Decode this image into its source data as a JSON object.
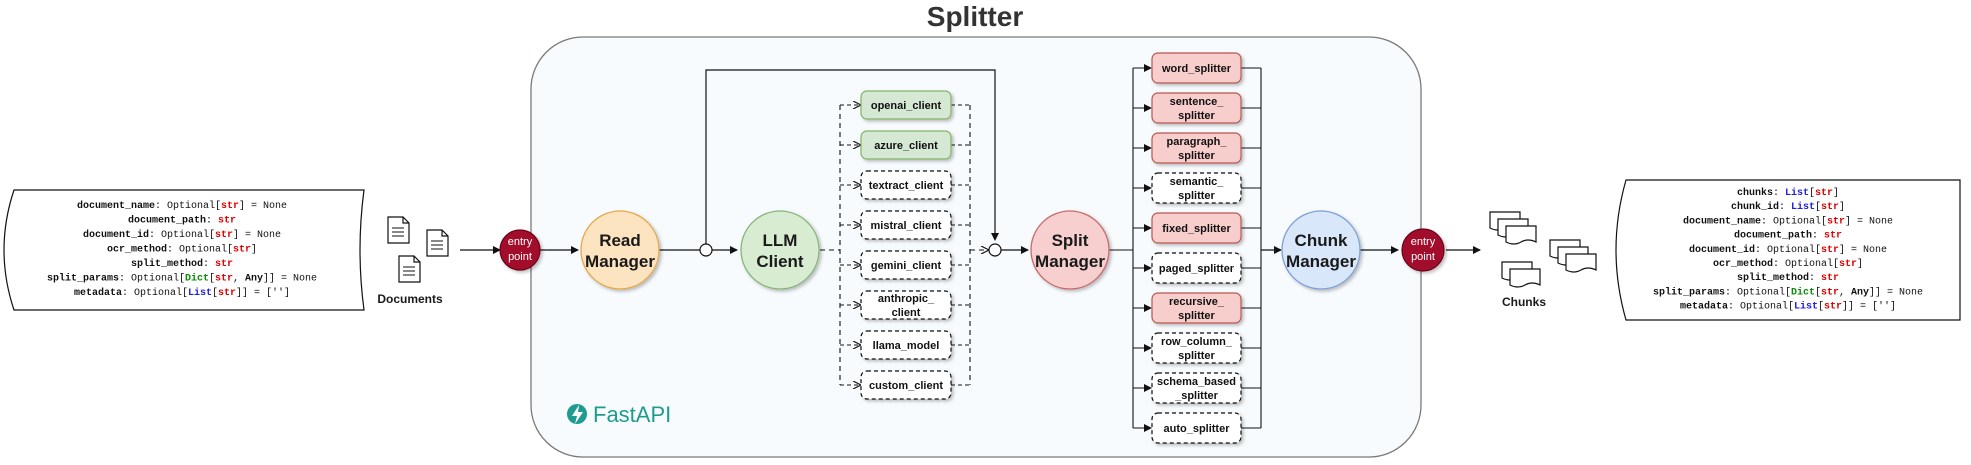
{
  "title": "Splitter",
  "brand": {
    "label": "FastAPI",
    "color": "#1f9c8f",
    "icon": "fastapi-bolt-icon"
  },
  "input_panel": {
    "caption": "Documents",
    "fields": [
      [
        {
          "t": "document_name",
          "c": "k"
        },
        {
          "t": ": Optional[",
          "c": ""
        },
        {
          "t": "str",
          "c": "red"
        },
        {
          "t": "] = None",
          "c": ""
        }
      ],
      [
        {
          "t": "document_path",
          "c": "k"
        },
        {
          "t": ": ",
          "c": ""
        },
        {
          "t": "str",
          "c": "red"
        }
      ],
      [
        {
          "t": "document_id",
          "c": "k"
        },
        {
          "t": ": Optional[",
          "c": ""
        },
        {
          "t": "str",
          "c": "red"
        },
        {
          "t": "] = None",
          "c": ""
        }
      ],
      [
        {
          "t": "ocr_method",
          "c": "k"
        },
        {
          "t": ": Optional[",
          "c": ""
        },
        {
          "t": "str",
          "c": "red"
        },
        {
          "t": "]",
          "c": ""
        }
      ],
      [
        {
          "t": "split_method",
          "c": "k"
        },
        {
          "t": ": ",
          "c": ""
        },
        {
          "t": "str",
          "c": "red"
        }
      ],
      [
        {
          "t": "split_params",
          "c": "k"
        },
        {
          "t": ": Optional[",
          "c": ""
        },
        {
          "t": "Dict",
          "c": "green"
        },
        {
          "t": "[",
          "c": ""
        },
        {
          "t": "str",
          "c": "red"
        },
        {
          "t": ", ",
          "c": ""
        },
        {
          "t": "Any",
          "c": "k"
        },
        {
          "t": "]] = None",
          "c": ""
        }
      ],
      [
        {
          "t": "metadata",
          "c": "k"
        },
        {
          "t": ": Optional[",
          "c": ""
        },
        {
          "t": "List",
          "c": "blue"
        },
        {
          "t": "[",
          "c": ""
        },
        {
          "t": "str",
          "c": "red"
        },
        {
          "t": "]] = ['']",
          "c": ""
        }
      ]
    ]
  },
  "output_panel": {
    "caption": "Chunks",
    "fields": [
      [
        {
          "t": "chunks",
          "c": "k"
        },
        {
          "t": ": ",
          "c": ""
        },
        {
          "t": "List",
          "c": "blue"
        },
        {
          "t": "[",
          "c": ""
        },
        {
          "t": "str",
          "c": "red"
        },
        {
          "t": "]",
          "c": ""
        }
      ],
      [
        {
          "t": "chunk_id",
          "c": "k"
        },
        {
          "t": ": ",
          "c": ""
        },
        {
          "t": "List",
          "c": "blue"
        },
        {
          "t": "[",
          "c": ""
        },
        {
          "t": "str",
          "c": "red"
        },
        {
          "t": "]",
          "c": ""
        }
      ],
      [
        {
          "t": "document_name",
          "c": "k"
        },
        {
          "t": ": Optional[",
          "c": ""
        },
        {
          "t": "str",
          "c": "red"
        },
        {
          "t": "] = None",
          "c": ""
        }
      ],
      [
        {
          "t": "document_path",
          "c": "k"
        },
        {
          "t": ": ",
          "c": ""
        },
        {
          "t": "str",
          "c": "red"
        }
      ],
      [
        {
          "t": "document_id",
          "c": "k"
        },
        {
          "t": ": Optional[",
          "c": ""
        },
        {
          "t": "str",
          "c": "red"
        },
        {
          "t": "] = None",
          "c": ""
        }
      ],
      [
        {
          "t": "ocr_method",
          "c": "k"
        },
        {
          "t": ": Optional[",
          "c": ""
        },
        {
          "t": "str",
          "c": "red"
        },
        {
          "t": "]",
          "c": ""
        }
      ],
      [
        {
          "t": "split_method",
          "c": "k"
        },
        {
          "t": ": ",
          "c": ""
        },
        {
          "t": "str",
          "c": "red"
        }
      ],
      [
        {
          "t": "split_params",
          "c": "k"
        },
        {
          "t": ": Optional[",
          "c": ""
        },
        {
          "t": "Dict",
          "c": "green"
        },
        {
          "t": "[",
          "c": ""
        },
        {
          "t": "str",
          "c": "red"
        },
        {
          "t": ", ",
          "c": ""
        },
        {
          "t": "Any",
          "c": "k"
        },
        {
          "t": "]] = None",
          "c": ""
        }
      ],
      [
        {
          "t": "metadata",
          "c": "k"
        },
        {
          "t": ": Optional[",
          "c": ""
        },
        {
          "t": "List",
          "c": "blue"
        },
        {
          "t": "[",
          "c": ""
        },
        {
          "t": "str",
          "c": "red"
        },
        {
          "t": "]] = ['']",
          "c": ""
        }
      ]
    ]
  },
  "entry_points": {
    "label_line1": "entry",
    "label_line2": "point",
    "color": "#a10d2c"
  },
  "managers": {
    "read": {
      "line1": "Read",
      "line2": "Manager",
      "fill": "#fde4c0",
      "stroke": "#e5a84b"
    },
    "llm": {
      "line1": "LLM",
      "line2": "Client",
      "fill": "#d8ecd2",
      "stroke": "#86b57a"
    },
    "split": {
      "line1": "Split",
      "line2": "Manager",
      "fill": "#f8cfcf",
      "stroke": "#c86a6a"
    },
    "chunk": {
      "line1": "Chunk",
      "line2": "Manager",
      "fill": "#d9e7fb",
      "stroke": "#7e9fd6"
    }
  },
  "clients": [
    {
      "lines": [
        "openai_client"
      ],
      "style": "solid-green"
    },
    {
      "lines": [
        "azure_client"
      ],
      "style": "solid-green"
    },
    {
      "lines": [
        "textract_client"
      ],
      "style": "dashed"
    },
    {
      "lines": [
        "mistral_client"
      ],
      "style": "dashed"
    },
    {
      "lines": [
        "gemini_client"
      ],
      "style": "dashed"
    },
    {
      "lines": [
        "anthropic_",
        "client"
      ],
      "style": "dashed"
    },
    {
      "lines": [
        "llama_model"
      ],
      "style": "dashed"
    },
    {
      "lines": [
        "custom_client"
      ],
      "style": "dashed"
    }
  ],
  "splitters": [
    {
      "lines": [
        "word_splitter"
      ],
      "style": "solid-red"
    },
    {
      "lines": [
        "sentence_",
        "splitter"
      ],
      "style": "solid-red"
    },
    {
      "lines": [
        "paragraph_",
        "splitter"
      ],
      "style": "solid-red"
    },
    {
      "lines": [
        "semantic_",
        "splitter"
      ],
      "style": "dashed"
    },
    {
      "lines": [
        "fixed_splitter"
      ],
      "style": "solid-red"
    },
    {
      "lines": [
        "paged_splitter"
      ],
      "style": "dashed"
    },
    {
      "lines": [
        "recursive_",
        "splitter"
      ],
      "style": "solid-red"
    },
    {
      "lines": [
        "row_column_",
        "splitter"
      ],
      "style": "dashed"
    },
    {
      "lines": [
        "schema_based",
        "_splitter"
      ],
      "style": "dashed"
    },
    {
      "lines": [
        "auto_splitter"
      ],
      "style": "dashed"
    }
  ],
  "colors": {
    "container_fill": "#f7fbfe",
    "container_stroke": "#7a7a7a",
    "green_fill": "#d5e8d4",
    "green_stroke": "#82b366",
    "red_fill": "#f8cecc",
    "red_stroke": "#b85450"
  }
}
